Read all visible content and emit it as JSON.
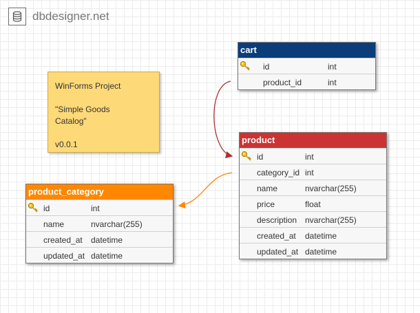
{
  "brand": {
    "name": "dbdesigner.net",
    "icon": "database-icon"
  },
  "note": {
    "lines": [
      "WinForms Project",
      "\"Simple Goods\nCatalog\"",
      "v0.0.1"
    ]
  },
  "colors": {
    "cart_header": "#0a3d7a",
    "product_header": "#cc3333",
    "category_header": "#ff8800",
    "note_bg": "#fdd978",
    "relation_cart_product": "#b03030",
    "relation_product_category": "#ff8800"
  },
  "tables": {
    "cart": {
      "name": "cart",
      "fields": [
        {
          "name": "id",
          "type": "int",
          "pk": true
        },
        {
          "name": "product_id",
          "type": "int",
          "pk": false
        }
      ]
    },
    "product": {
      "name": "product",
      "fields": [
        {
          "name": "id",
          "type": "int",
          "pk": true
        },
        {
          "name": "category_id",
          "type": "int",
          "pk": false
        },
        {
          "name": "name",
          "type": "nvarchar(255)",
          "pk": false
        },
        {
          "name": "price",
          "type": "float",
          "pk": false
        },
        {
          "name": "description",
          "type": "nvarchar(255)",
          "pk": false
        },
        {
          "name": "created_at",
          "type": "datetime",
          "pk": false
        },
        {
          "name": "updated_at",
          "type": "datetime",
          "pk": false
        }
      ]
    },
    "product_category": {
      "name": "product_category",
      "fields": [
        {
          "name": "id",
          "type": "int",
          "pk": true
        },
        {
          "name": "name",
          "type": "nvarchar(255)",
          "pk": false
        },
        {
          "name": "created_at",
          "type": "datetime",
          "pk": false
        },
        {
          "name": "updated_at",
          "type": "datetime",
          "pk": false
        }
      ]
    }
  }
}
